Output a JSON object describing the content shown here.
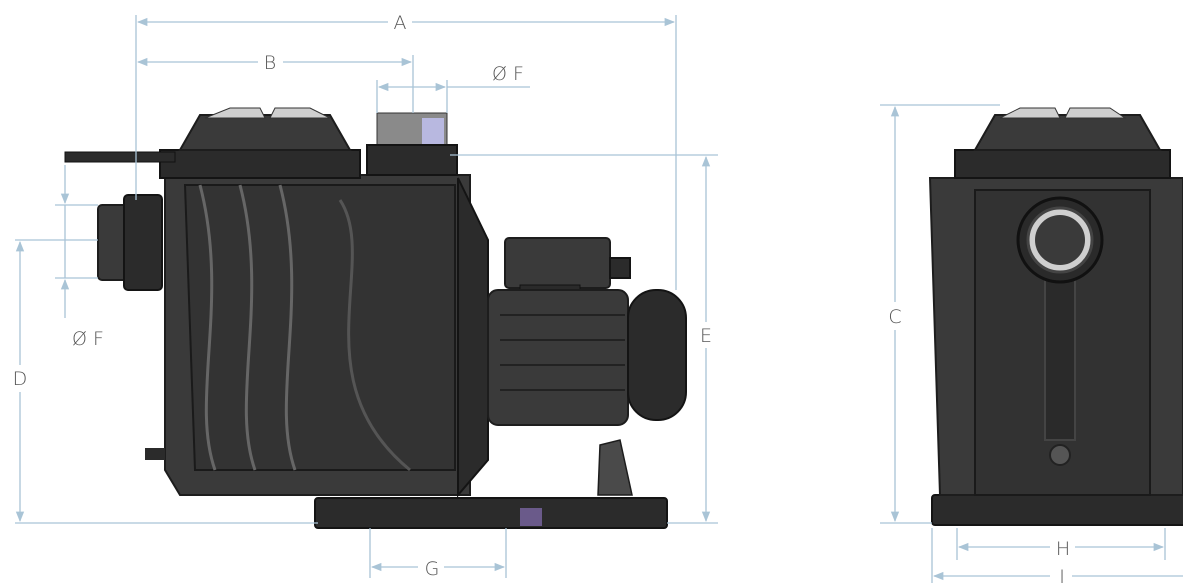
{
  "labels": {
    "A": "A",
    "B": "B",
    "C": "C",
    "D": "D",
    "E": "E",
    "F_top": "Ø F",
    "F_side": "Ø F",
    "G": "G",
    "H": "H",
    "I": "I"
  },
  "colors": {
    "dimension_line": "#a9c4d6",
    "label_text": "#555555",
    "pump_body": "#3a3a3a",
    "pump_dark": "#2b2b2b"
  }
}
